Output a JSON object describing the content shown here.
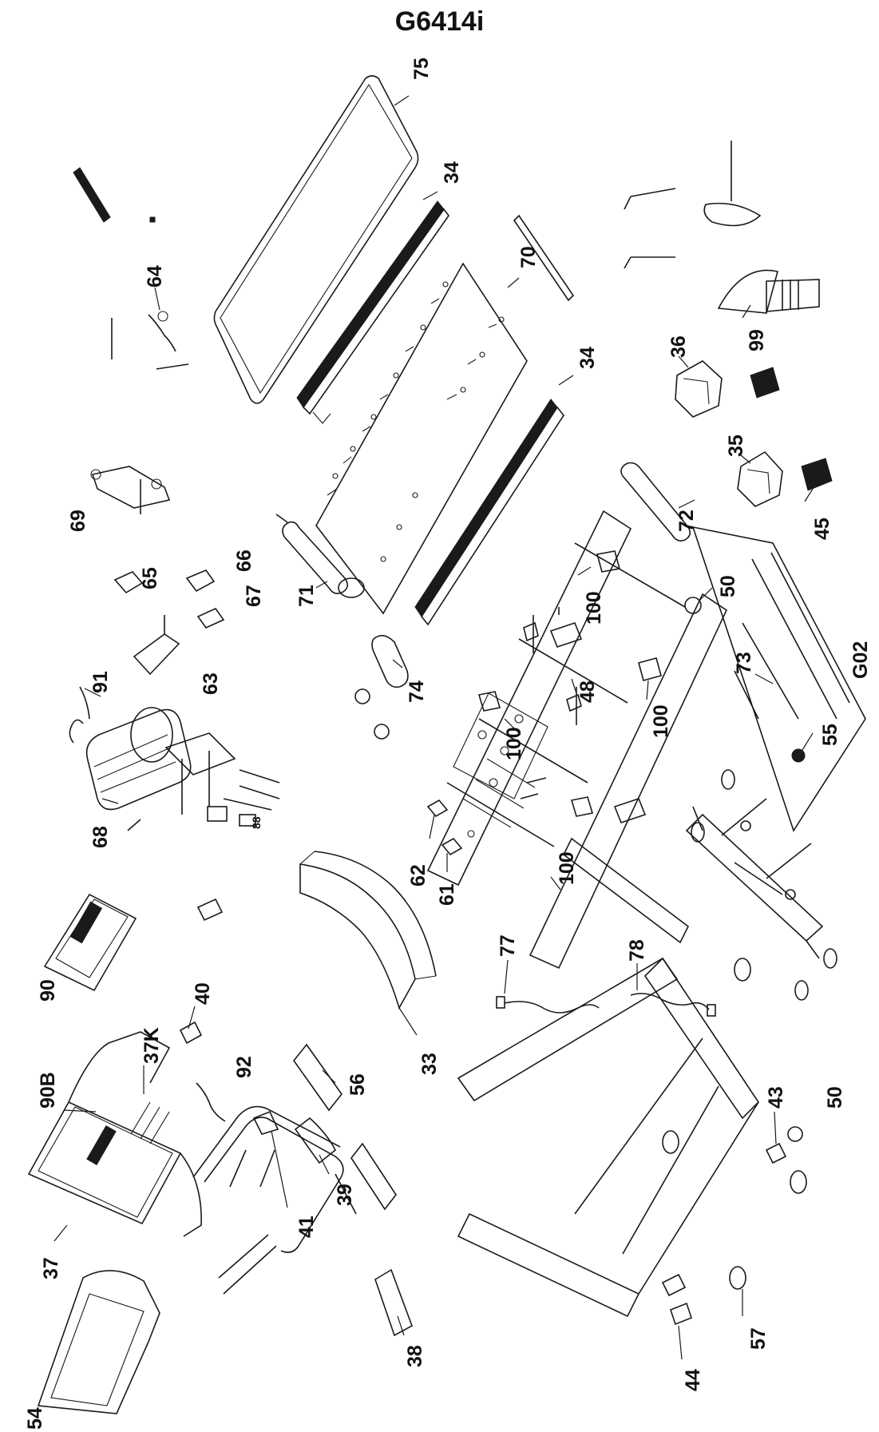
{
  "title": "G6414i",
  "parts": [
    {
      "id": "p75",
      "label": "75"
    },
    {
      "id": "p34a",
      "label": "34"
    },
    {
      "id": "p70",
      "label": "70"
    },
    {
      "id": "p64",
      "label": "64"
    },
    {
      "id": "p34b",
      "label": "34"
    },
    {
      "id": "p36",
      "label": "36"
    },
    {
      "id": "p99",
      "label": "99"
    },
    {
      "id": "p69",
      "label": "69"
    },
    {
      "id": "p35",
      "label": "35"
    },
    {
      "id": "p72",
      "label": "72"
    },
    {
      "id": "p45",
      "label": "45"
    },
    {
      "id": "p66",
      "label": "66"
    },
    {
      "id": "p65",
      "label": "65"
    },
    {
      "id": "p67",
      "label": "67"
    },
    {
      "id": "p71",
      "label": "71"
    },
    {
      "id": "p100a",
      "label": "100"
    },
    {
      "id": "p50a",
      "label": "50"
    },
    {
      "id": "p73",
      "label": "73"
    },
    {
      "id": "pG02",
      "label": "G02"
    },
    {
      "id": "p63",
      "label": "63"
    },
    {
      "id": "p91",
      "label": "91"
    },
    {
      "id": "p74",
      "label": "74"
    },
    {
      "id": "p48",
      "label": "48"
    },
    {
      "id": "p100b",
      "label": "100"
    },
    {
      "id": "p100c",
      "label": "100"
    },
    {
      "id": "p55",
      "label": "55"
    },
    {
      "id": "p68",
      "label": "68"
    },
    {
      "id": "p88",
      "label": "88"
    },
    {
      "id": "p62",
      "label": "62"
    },
    {
      "id": "p61",
      "label": "61"
    },
    {
      "id": "p100d",
      "label": "100"
    },
    {
      "id": "p90",
      "label": "90"
    },
    {
      "id": "p40",
      "label": "40"
    },
    {
      "id": "p77",
      "label": "77"
    },
    {
      "id": "p78",
      "label": "78"
    },
    {
      "id": "p37K",
      "label": "37K"
    },
    {
      "id": "p90B",
      "label": "90B"
    },
    {
      "id": "p92",
      "label": "92"
    },
    {
      "id": "p33",
      "label": "33"
    },
    {
      "id": "p56",
      "label": "56"
    },
    {
      "id": "p43",
      "label": "43"
    },
    {
      "id": "p50b",
      "label": "50"
    },
    {
      "id": "p39",
      "label": "39"
    },
    {
      "id": "p41",
      "label": "41"
    },
    {
      "id": "p37",
      "label": "37"
    },
    {
      "id": "p57",
      "label": "57"
    },
    {
      "id": "p38",
      "label": "38"
    },
    {
      "id": "p44",
      "label": "44"
    },
    {
      "id": "p54",
      "label": "54"
    }
  ]
}
